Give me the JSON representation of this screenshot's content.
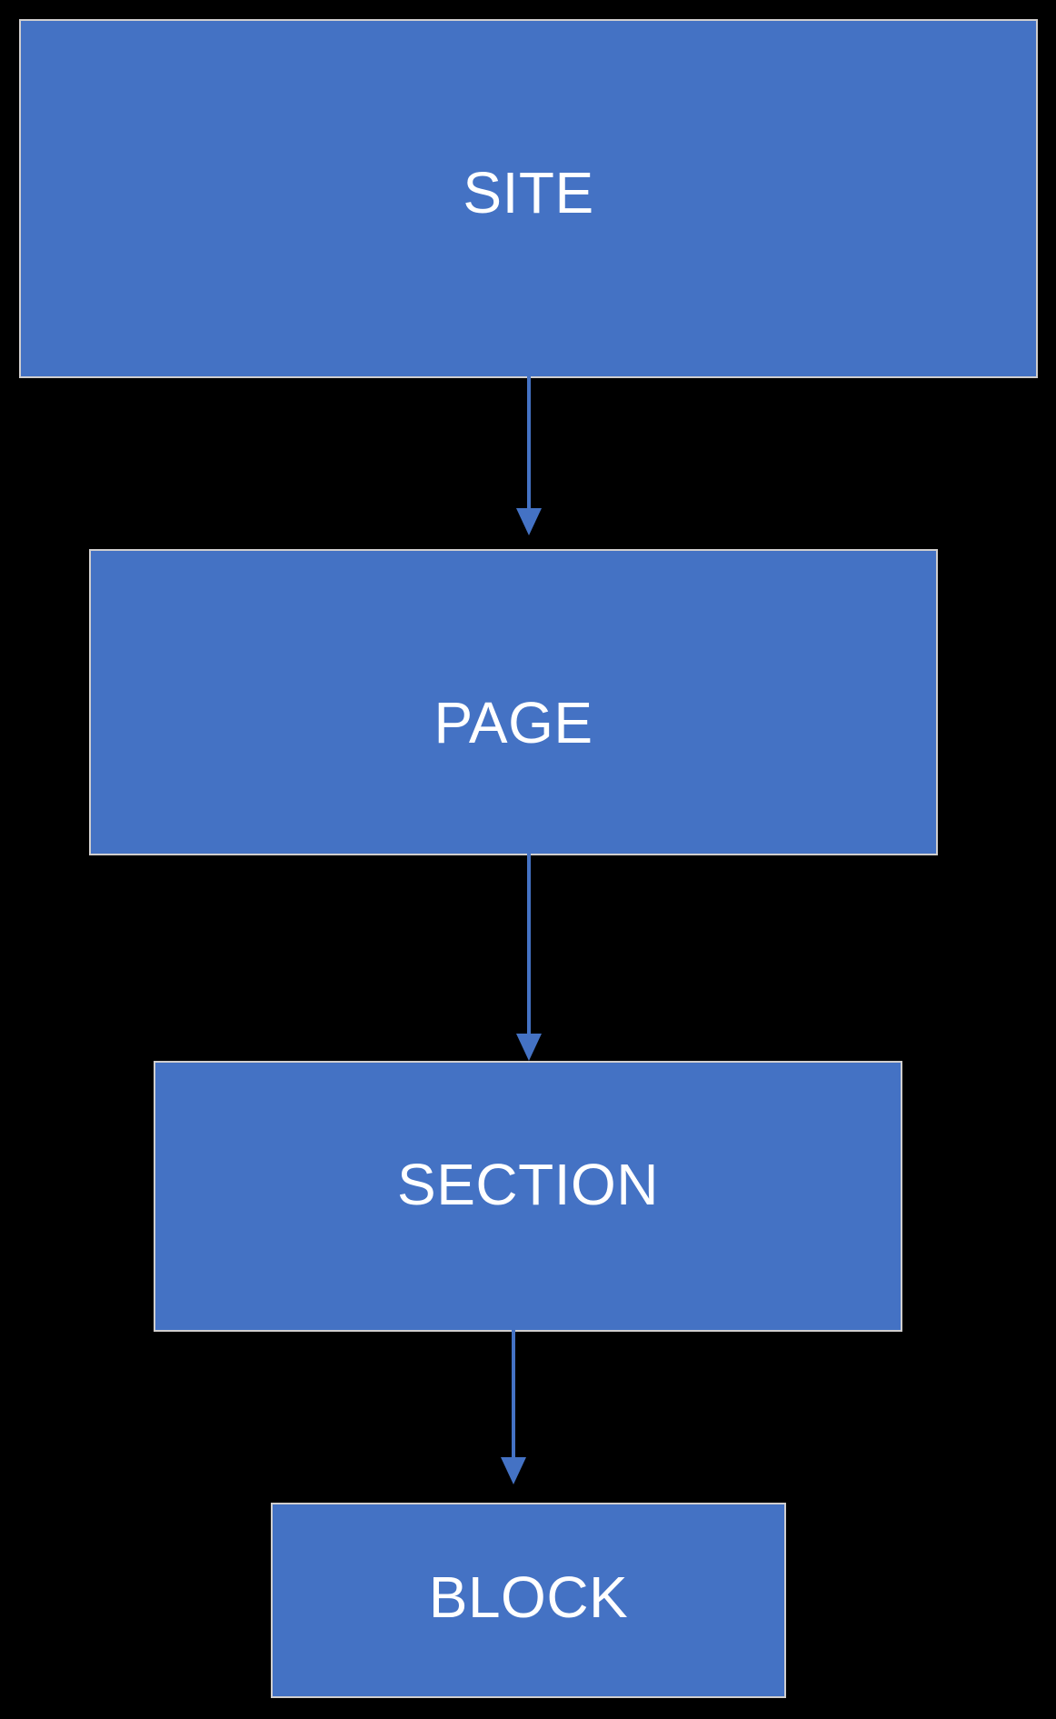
{
  "diagram": {
    "type": "flowchart",
    "orientation": "vertical-top-down",
    "background_color": "#000000",
    "node_fill_color": "#4472C4",
    "node_border_color": "#D0CECE",
    "node_text_color": "#FFFFFF",
    "connector_color": "#4472C4",
    "nodes": [
      {
        "id": "site",
        "label": "SITE"
      },
      {
        "id": "page",
        "label": "PAGE"
      },
      {
        "id": "section",
        "label": "SECTION"
      },
      {
        "id": "block",
        "label": "BLOCK"
      }
    ],
    "connectors": [
      {
        "id": "site-page",
        "from": "SITE",
        "to": "PAGE",
        "style": "arrow-down"
      },
      {
        "id": "page-section",
        "from": "PAGE",
        "to": "SECTION",
        "style": "arrow-down"
      },
      {
        "id": "section-block",
        "from": "SECTION",
        "to": "BLOCK",
        "style": "arrow-down"
      }
    ]
  }
}
